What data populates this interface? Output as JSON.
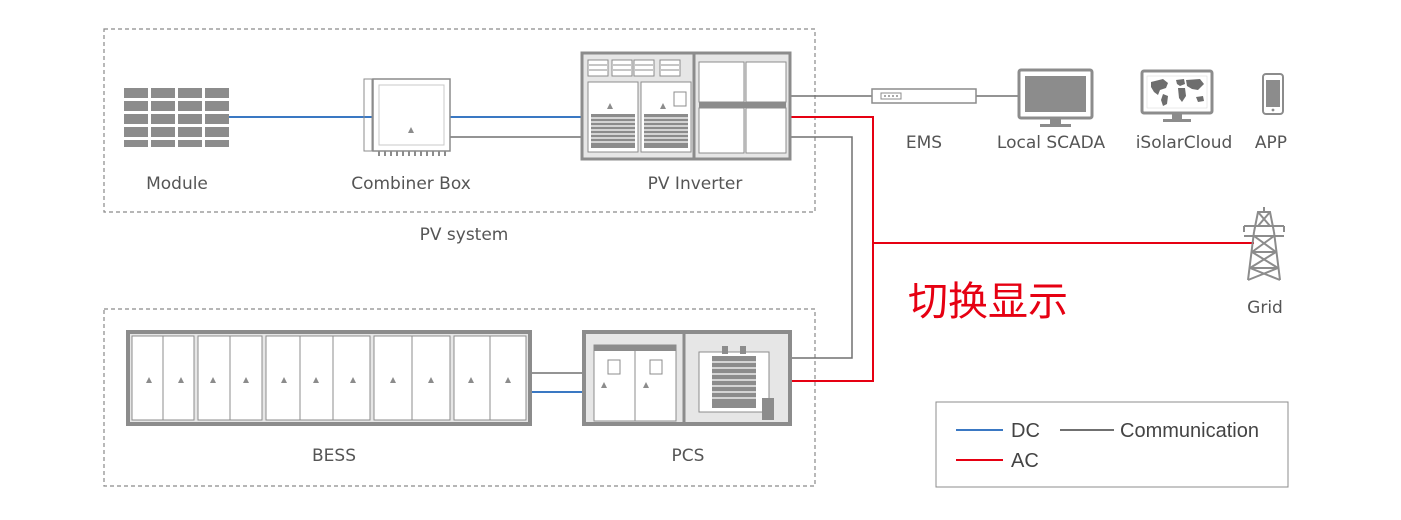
{
  "colors": {
    "dc": "#3a78c3",
    "ac": "#e60012",
    "communication": "#707070",
    "equipment": "#8c8c8c",
    "equipment_light": "#e6e6e6"
  },
  "pv_system": {
    "title": "PV system",
    "module_label": "Module",
    "combiner_label": "Combiner Box",
    "inverter_label": "PV Inverter"
  },
  "storage_system": {
    "bess_label": "BESS",
    "pcs_label": "PCS"
  },
  "monitoring": {
    "ems_label": "EMS",
    "scada_label": "Local SCADA",
    "cloud_label": "iSolarCloud",
    "app_label": "APP"
  },
  "grid": {
    "label": "Grid"
  },
  "overlay_text": "切换显示",
  "legend": {
    "dc_label": "DC",
    "ac_label": "AC",
    "communication_label": "Communication"
  }
}
